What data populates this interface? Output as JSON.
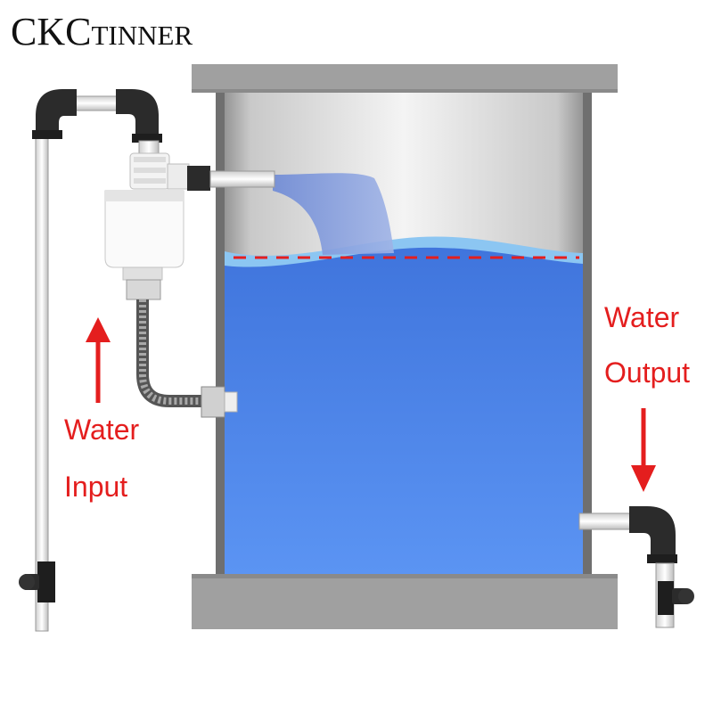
{
  "brand": {
    "text": "CKCtinner"
  },
  "labels": {
    "input_line1": "Water",
    "input_line2": "Input",
    "output_line1": "Water",
    "output_line2": "Output"
  },
  "colors": {
    "water": "#4f86ea",
    "water_surface": "#8cc6f2",
    "level_line": "#e41e1e",
    "arrow": "#e41e1e",
    "tank_frame": "#9a9a9a",
    "pipe_dark": "#2b2b2b"
  },
  "icons": [
    "float-valve-icon",
    "elbow-pipe-icon",
    "shutoff-valve-icon",
    "flexible-hose-icon"
  ]
}
